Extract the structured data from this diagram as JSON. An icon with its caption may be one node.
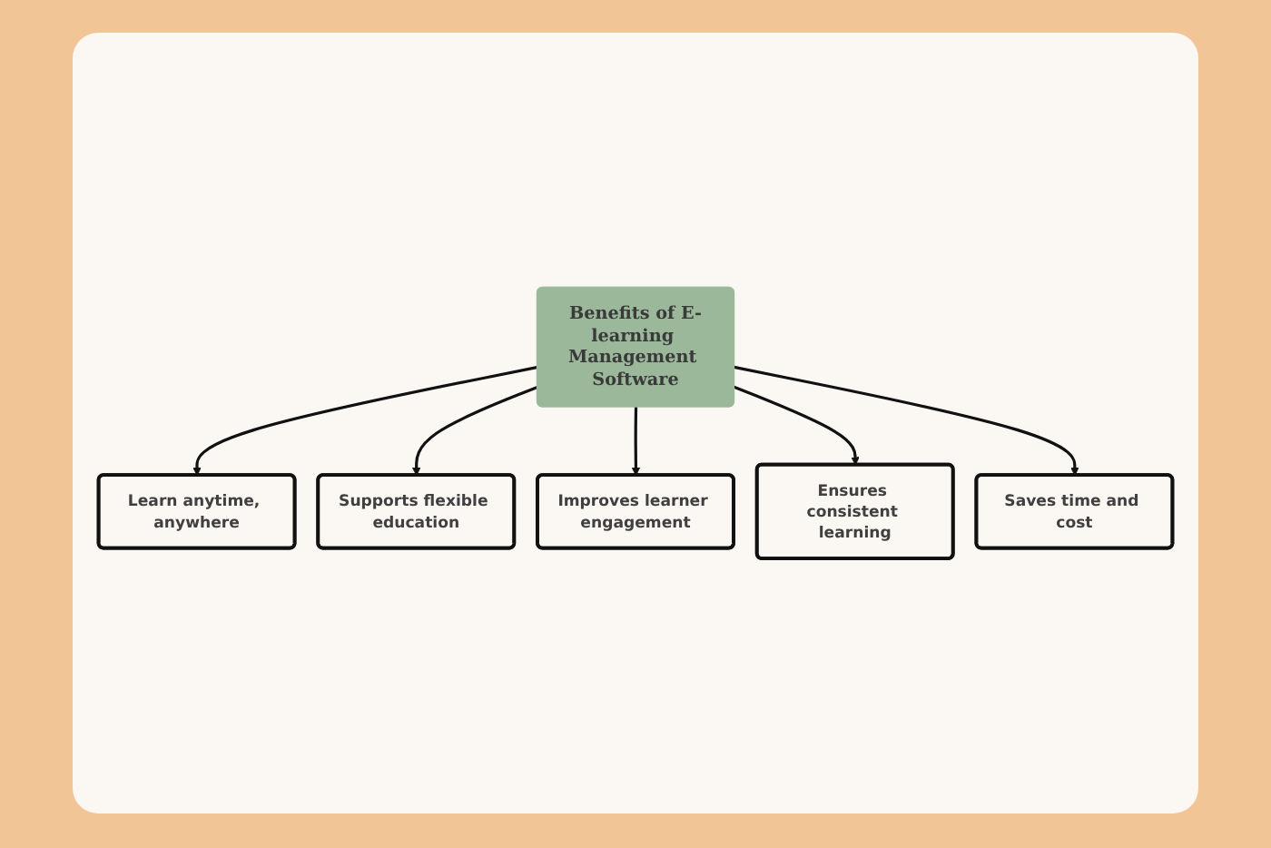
{
  "diagram": {
    "nodes": [
      {
        "text": [
          "Learn anytime, anywhere"
        ]
      },
      {
        "text": [
          "Supports flexible education"
        ]
      },
      {
        "text": [
          "Benefits of E-learning Management Software"
        ]
      },
      {
        "text": [
          "Improves learner engagement"
        ]
      },
      {
        "text": [
          "Ensures consistent learning"
        ]
      },
      {
        "text": [
          "Saves time and cost"
        ]
      }
    ],
    "edges": [
      {
        "from": 2,
        "to": 0,
        "arrow": "to"
      },
      {
        "from": 2,
        "to": 1,
        "arrow": "to"
      },
      {
        "from": 2,
        "to": 3,
        "arrow": "to"
      },
      {
        "from": 2,
        "to": 4,
        "arrow": "to"
      },
      {
        "from": 2,
        "to": 5,
        "arrow": "to"
      }
    ]
  }
}
